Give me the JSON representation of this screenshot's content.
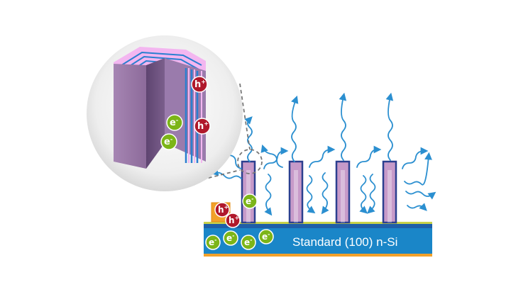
{
  "substrate": {
    "label": "Standard (100) n-Si"
  },
  "carriers": {
    "hole": {
      "symbol": "h",
      "charge": "+"
    },
    "electron": {
      "symbol": "e",
      "charge": "-"
    }
  },
  "colors": {
    "substrate": "#1a86c8",
    "nanowire_fill": "#c79ac9",
    "nanowire_border": "#2b3f8f",
    "photon": "#2b8fd0",
    "hole": "#b0182b",
    "electron": "#7cb518",
    "contact": "#f2a12a",
    "inset_pink": "#f3b6f0",
    "inset_face_light": "#9a77a8",
    "inset_face_dark": "#6b4e7a"
  }
}
